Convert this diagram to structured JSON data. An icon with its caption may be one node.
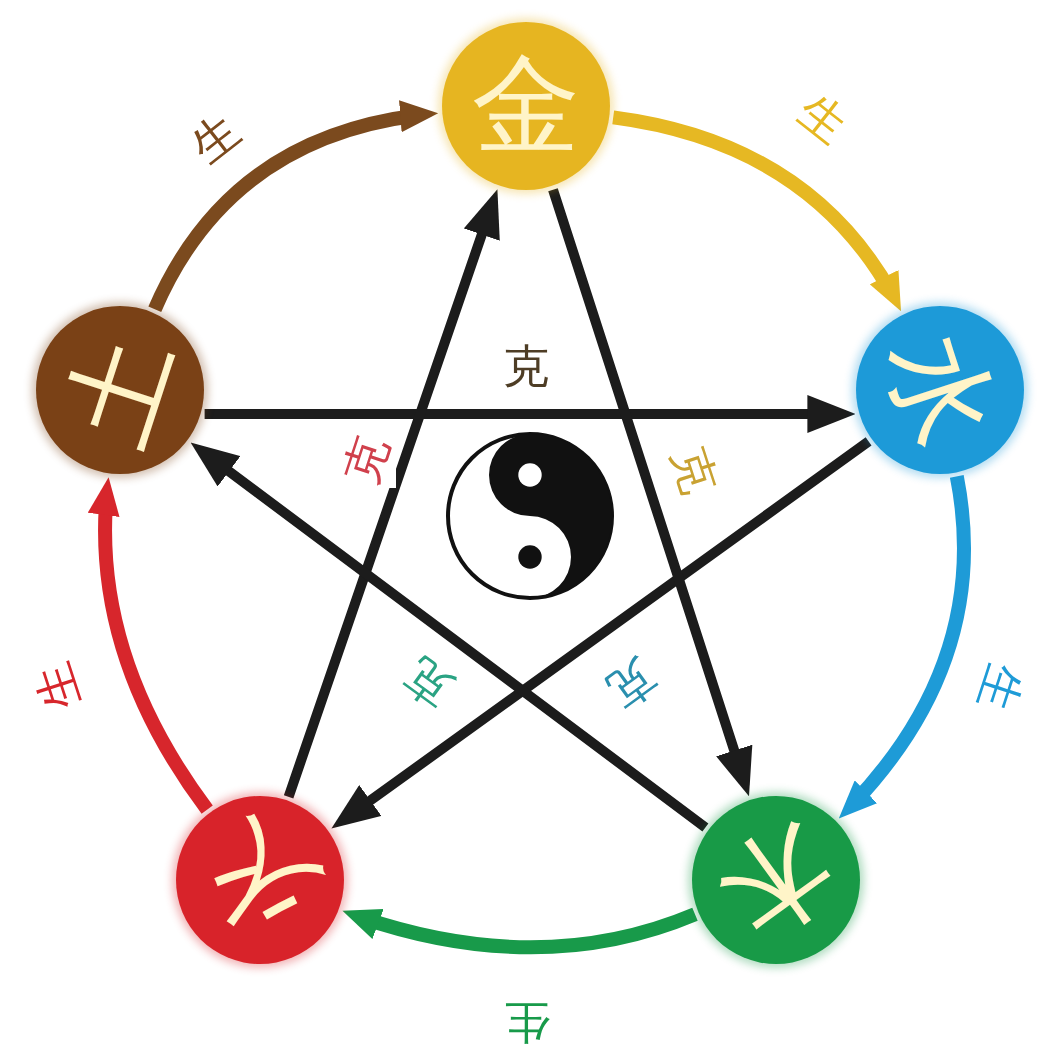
{
  "diagram": {
    "nodes": [
      {
        "text": [
          "金"
        ]
      },
      {
        "text": [
          "水"
        ]
      },
      {
        "text": [
          "木"
        ]
      },
      {
        "text": [
          "火"
        ]
      },
      {
        "text": [
          "土"
        ]
      }
    ],
    "edges": [
      {
        "from": 4,
        "to": 0,
        "arrow": "to",
        "label": "生",
        "color": "#7b4a1e"
      },
      {
        "from": 0,
        "to": 1,
        "arrow": "to",
        "label": "生",
        "color": "#e6b823"
      },
      {
        "from": 1,
        "to": 2,
        "arrow": "to",
        "label": "生",
        "color": "#1e9bd7"
      },
      {
        "from": 2,
        "to": 3,
        "arrow": "to",
        "label": "生",
        "color": "#189a4a"
      },
      {
        "from": 3,
        "to": 4,
        "arrow": "to",
        "label": "生",
        "color": "#d7262c"
      },
      {
        "from": 4,
        "to": 1,
        "arrow": "to",
        "label": "克"
      },
      {
        "from": 1,
        "to": 3,
        "arrow": "to",
        "label": "克"
      },
      {
        "from": 3,
        "to": 0,
        "arrow": "to",
        "label": "克"
      },
      {
        "from": 0,
        "to": 2,
        "arrow": "to",
        "label": "克"
      },
      {
        "from": 2,
        "to": 4,
        "arrow": "to",
        "label": "克"
      }
    ]
  }
}
